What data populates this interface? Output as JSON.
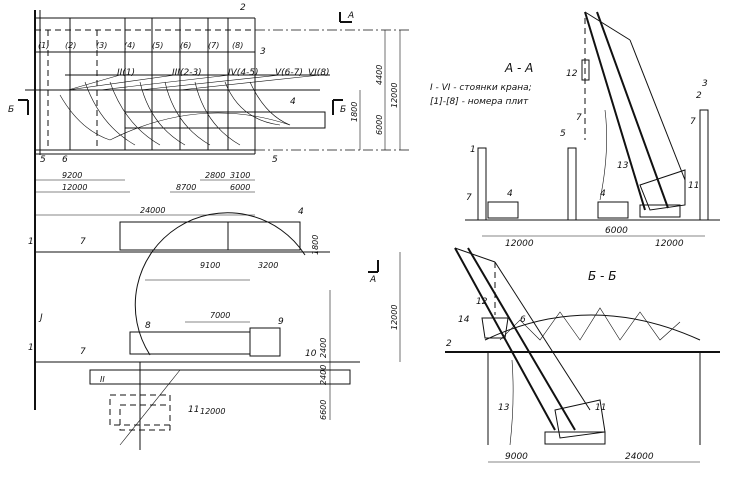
{
  "legend": {
    "line1": "I - VI - стоянки крана;",
    "line2": "[1]-[8] - номера плит"
  },
  "plan": {
    "slabs": [
      "(1)",
      "(2)",
      "(3)",
      "(4)",
      "(5)",
      "(6)",
      "(7)",
      "(8)"
    ],
    "positions": [
      "II(1)",
      "III(2-3)",
      "IV(4-5)",
      "V(6-7)",
      "VI(8)"
    ],
    "dims_right": [
      "4400",
      "12000",
      "1800",
      "6000"
    ],
    "dims_bottom": [
      "9200",
      "12000",
      "24000",
      "8700",
      "2800",
      "3100",
      "6000"
    ],
    "dims_mid": [
      "1800",
      "9100",
      "3200",
      "12000",
      "7000",
      "2400",
      "2400",
      "6600",
      "12000"
    ],
    "callouts": [
      "2",
      "3",
      "4",
      "5",
      "5",
      "6",
      "1",
      "7",
      "1",
      "7",
      "J",
      "8",
      "9",
      "10",
      "11",
      "4",
      "II"
    ],
    "section_marks": [
      "A",
      "A",
      "Б",
      "Б"
    ]
  },
  "section_aa": {
    "title": "А - А",
    "callouts": [
      "12",
      "7",
      "5",
      "13",
      "11",
      "1",
      "7",
      "4",
      "4",
      "3",
      "2",
      "7"
    ],
    "dims": [
      "12000",
      "6000",
      "12000"
    ]
  },
  "section_bb": {
    "title": "Б - Б",
    "callouts": [
      "12",
      "14",
      "6",
      "2",
      "13",
      "11"
    ],
    "dims": [
      "9000",
      "24000"
    ]
  }
}
